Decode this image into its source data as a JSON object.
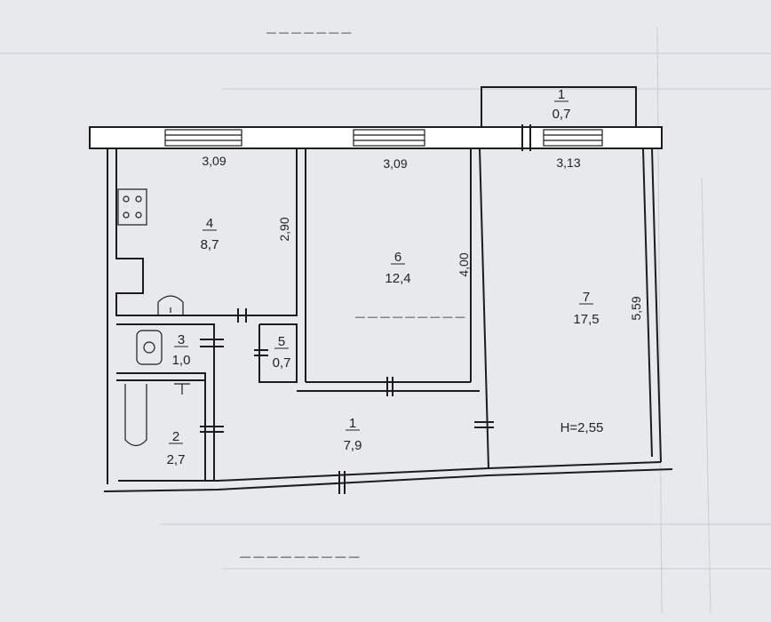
{
  "plan": {
    "ceiling_height": "H=2,55",
    "rooms": [
      {
        "key": "balcony",
        "number": "1",
        "area": "0,7"
      },
      {
        "key": "kitchen",
        "number": "4",
        "area": "8,7"
      },
      {
        "key": "room6",
        "number": "6",
        "area": "12,4"
      },
      {
        "key": "room7",
        "number": "7",
        "area": "17,5"
      },
      {
        "key": "toilet",
        "number": "3",
        "area": "1,0"
      },
      {
        "key": "closet",
        "number": "5",
        "area": "0,7"
      },
      {
        "key": "bathroom",
        "number": "2",
        "area": "2,7"
      },
      {
        "key": "hall",
        "number": "1",
        "area": "7,9"
      }
    ],
    "dimensions": {
      "kitchen_width": "3,09",
      "room6_width": "3,09",
      "room7_width": "3,13",
      "kitchen_depth": "2,90",
      "room6_depth": "4,00",
      "room7_depth": "5,59"
    },
    "background_text": [
      "— — — — — — —",
      "— — — — — — — — —",
      "— — — — — — — — —"
    ]
  }
}
